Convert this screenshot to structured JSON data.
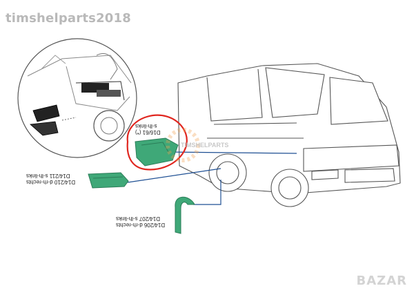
{
  "watermark": "timshelparts2018",
  "labels": {
    "part_1": [
      "D16/61 (*)",
      "s-lh-links"
    ],
    "part_2": [
      "D14/210 d-rh-rechts",
      "D14/211 s-lh-links"
    ],
    "part_3": [
      "D14/206 d-rh-rechts",
      "D14/207 s-lh-links"
    ]
  },
  "overlay_watermark": "TIMSHELPARTS",
  "brand_mark": "BAZAR",
  "colors": {
    "part_green": "#3fa878",
    "part_green_dark": "#2b7d58",
    "highlight_red": "#e0261f",
    "leader_blue": "#1e4f93",
    "line_gray": "#666666"
  }
}
